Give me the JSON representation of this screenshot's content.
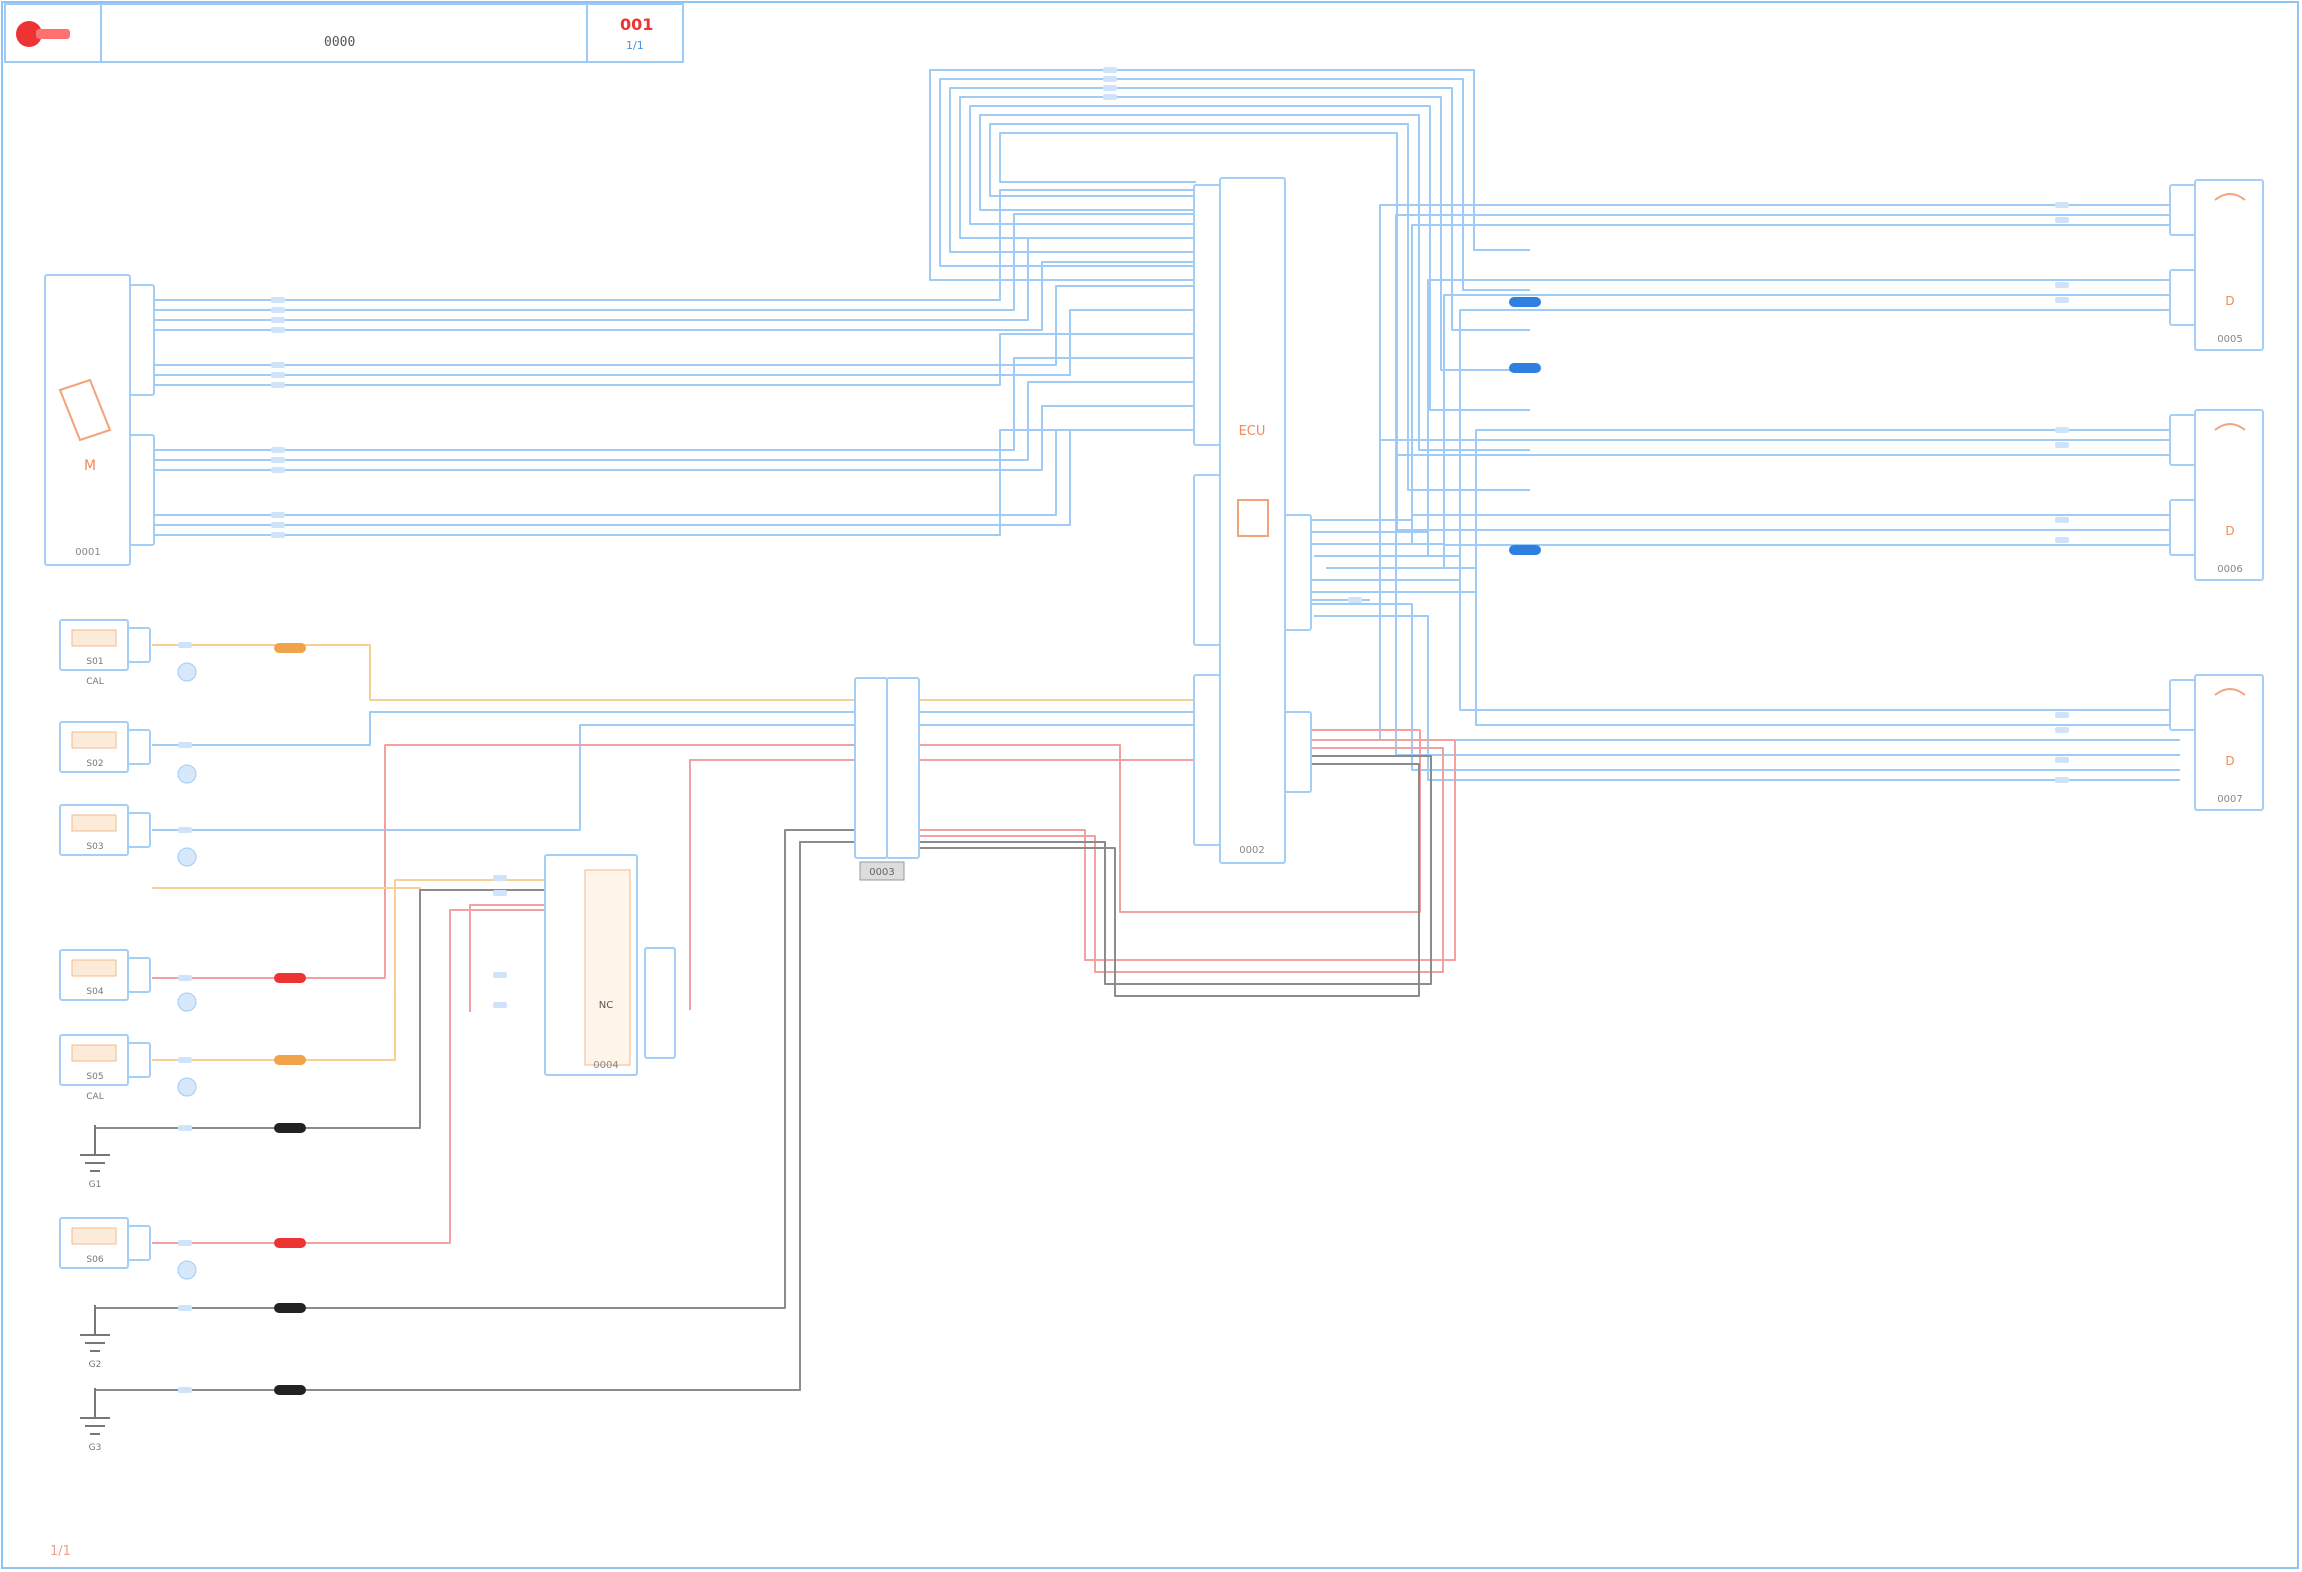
{
  "title_block": {
    "drawing_code": "0000",
    "revision": "001",
    "sheet": "1/1"
  },
  "colors": {
    "frame": "#8fc3f5",
    "wire_blue": "#9fcbf7",
    "wire_red": "#f2a0a0",
    "wire_orange": "#f7cf95",
    "wire_black": "#8c8c8c",
    "accent_red": "#ee3333",
    "accent_orange": "#f0a34a",
    "connector_blue": "#2f7fe0"
  },
  "components": {
    "left_module": {
      "code": "0001",
      "symbol": "M"
    },
    "central_ecu": {
      "code": "0002",
      "symbol": "ECU"
    },
    "splice_block": {
      "code": "0003"
    },
    "relay_box": {
      "code": "0004",
      "contacts": "NC"
    },
    "right_unit_1": {
      "code": "0005",
      "symbol": "D"
    },
    "right_unit_2": {
      "code": "0006",
      "symbol": "D"
    },
    "right_unit_3": {
      "code": "0007",
      "symbol": "D"
    },
    "sensor_1": {
      "code": "S01",
      "sub": "CAL"
    },
    "sensor_2": {
      "code": "S02"
    },
    "sensor_3": {
      "code": "S03"
    },
    "sensor_4": {
      "code": "S04"
    },
    "sensor_5": {
      "code": "S05",
      "sub": "CAL"
    },
    "sensor_6": {
      "code": "S06"
    },
    "ground_1": {
      "code": "G1"
    },
    "ground_2": {
      "code": "G2"
    },
    "ground_3": {
      "code": "G3"
    }
  },
  "footer_note": "1/1"
}
